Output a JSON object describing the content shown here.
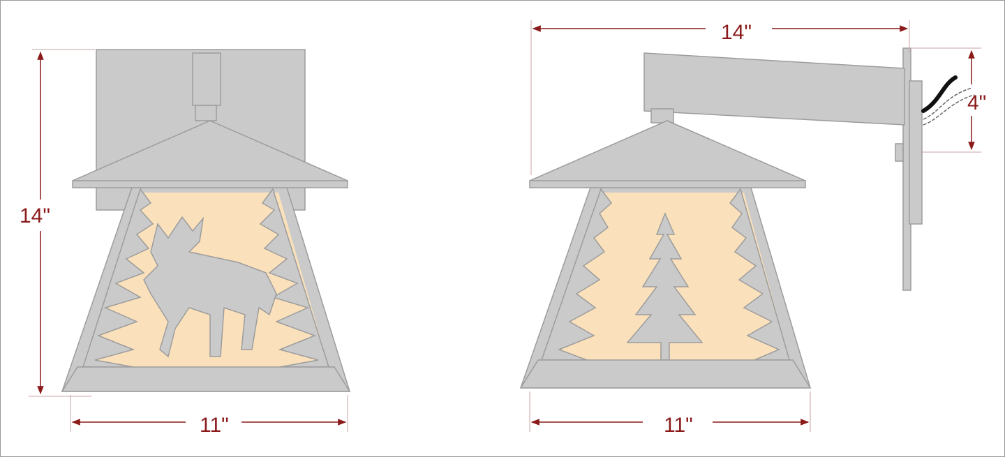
{
  "colors": {
    "metal": "#cacaca",
    "metal_stroke": "#9c9c9c",
    "glow": "#fbe1bb",
    "dimension": "#8b1a1a",
    "extension_line": "#c9a3a3"
  },
  "front_view": {
    "height_label": "14\"",
    "width_label": "11\"",
    "motif": "moose"
  },
  "side_view": {
    "depth_label": "14\"",
    "backplate_label": "4\"",
    "width_label": "11\"",
    "motif": "pine-tree"
  }
}
